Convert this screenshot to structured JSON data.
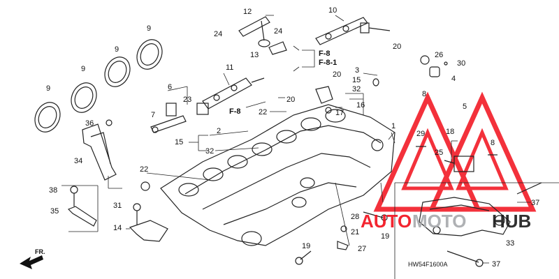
{
  "diagram_code": "HW54F1600A",
  "front_marker": "FR.",
  "reference_labels": [
    "F-8",
    "F-8-1",
    "F-8"
  ],
  "watermark": {
    "text_a": "AUTO",
    "text_b": "MOTO",
    "text_c": "HUB",
    "color_red": "#f20e1a",
    "color_gray": "#a7a9ac",
    "color_dark": "#1a1a1a"
  },
  "callouts": [
    {
      "id": "c1",
      "text": "9"
    },
    {
      "id": "c2",
      "text": "9"
    },
    {
      "id": "c3",
      "text": "9"
    },
    {
      "id": "c4",
      "text": "9"
    },
    {
      "id": "c5",
      "text": "12"
    },
    {
      "id": "c6",
      "text": "24"
    },
    {
      "id": "c7",
      "text": "24"
    },
    {
      "id": "c8",
      "text": "10"
    },
    {
      "id": "c9",
      "text": "20"
    },
    {
      "id": "c10",
      "text": "13"
    },
    {
      "id": "c11",
      "text": "11"
    },
    {
      "id": "c12",
      "text": "20"
    },
    {
      "id": "c13",
      "text": "3"
    },
    {
      "id": "c14",
      "text": "15"
    },
    {
      "id": "c15",
      "text": "32"
    },
    {
      "id": "c16",
      "text": "26"
    },
    {
      "id": "c17",
      "text": "30"
    },
    {
      "id": "c18",
      "text": "4"
    },
    {
      "id": "c19",
      "text": "6"
    },
    {
      "id": "c20",
      "text": "23"
    },
    {
      "id": "c21",
      "text": "7"
    },
    {
      "id": "c22",
      "text": "20"
    },
    {
      "id": "c23",
      "text": "16"
    },
    {
      "id": "c24",
      "text": "22"
    },
    {
      "id": "c25",
      "text": "17"
    },
    {
      "id": "c26",
      "text": "8"
    },
    {
      "id": "c27",
      "text": "5"
    },
    {
      "id": "c28",
      "text": "36"
    },
    {
      "id": "c29",
      "text": "2"
    },
    {
      "id": "c30",
      "text": "1"
    },
    {
      "id": "c31",
      "text": "29"
    },
    {
      "id": "c32",
      "text": "18"
    },
    {
      "id": "c33",
      "text": "8"
    },
    {
      "id": "c34",
      "text": "15"
    },
    {
      "id": "c35",
      "text": "32"
    },
    {
      "id": "c36",
      "text": "25"
    },
    {
      "id": "c37",
      "text": "34"
    },
    {
      "id": "c38",
      "text": "22"
    },
    {
      "id": "c39",
      "text": "38"
    },
    {
      "id": "c40",
      "text": "31"
    },
    {
      "id": "c41",
      "text": "35"
    },
    {
      "id": "c42",
      "text": "14"
    },
    {
      "id": "c43",
      "text": "28"
    },
    {
      "id": "c44",
      "text": "21"
    },
    {
      "id": "c45",
      "text": "19"
    },
    {
      "id": "c46",
      "text": "27"
    },
    {
      "id": "c47",
      "text": "19"
    },
    {
      "id": "c48",
      "text": "37"
    },
    {
      "id": "c49",
      "text": "33"
    },
    {
      "id": "c50",
      "text": "37"
    }
  ]
}
